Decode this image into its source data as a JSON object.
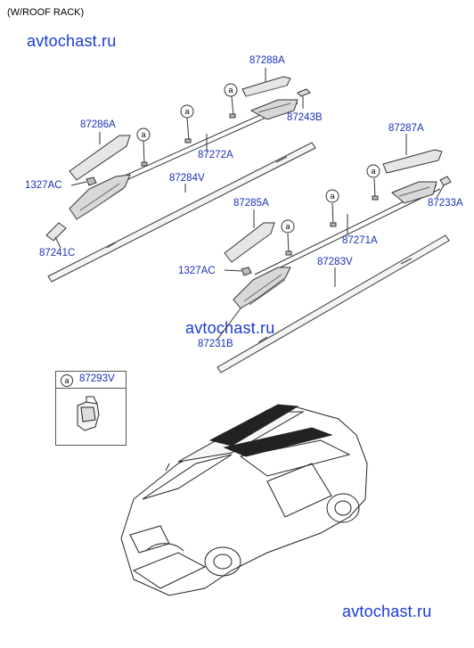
{
  "header": {
    "title": "(W/ROOF RACK)"
  },
  "watermarks": [
    "avtochast.ru",
    "avtochast.ru",
    "avtochast.ru"
  ],
  "callout_letter": "a",
  "parts": {
    "p87288A": "87288A",
    "p87243B": "87243B",
    "p87286A": "87286A",
    "p87272A": "87272A",
    "p1327AC_top": "1327AC",
    "p87284V": "87284V",
    "p87241C": "87241C",
    "p87287A": "87287A",
    "p87233A": "87233A",
    "p87285A": "87285A",
    "p87271A": "87271A",
    "p1327AC_bottom": "1327AC",
    "p87283V": "87283V",
    "p87231B": "87231B"
  },
  "legend": {
    "letter": "a",
    "code": "87293V"
  }
}
